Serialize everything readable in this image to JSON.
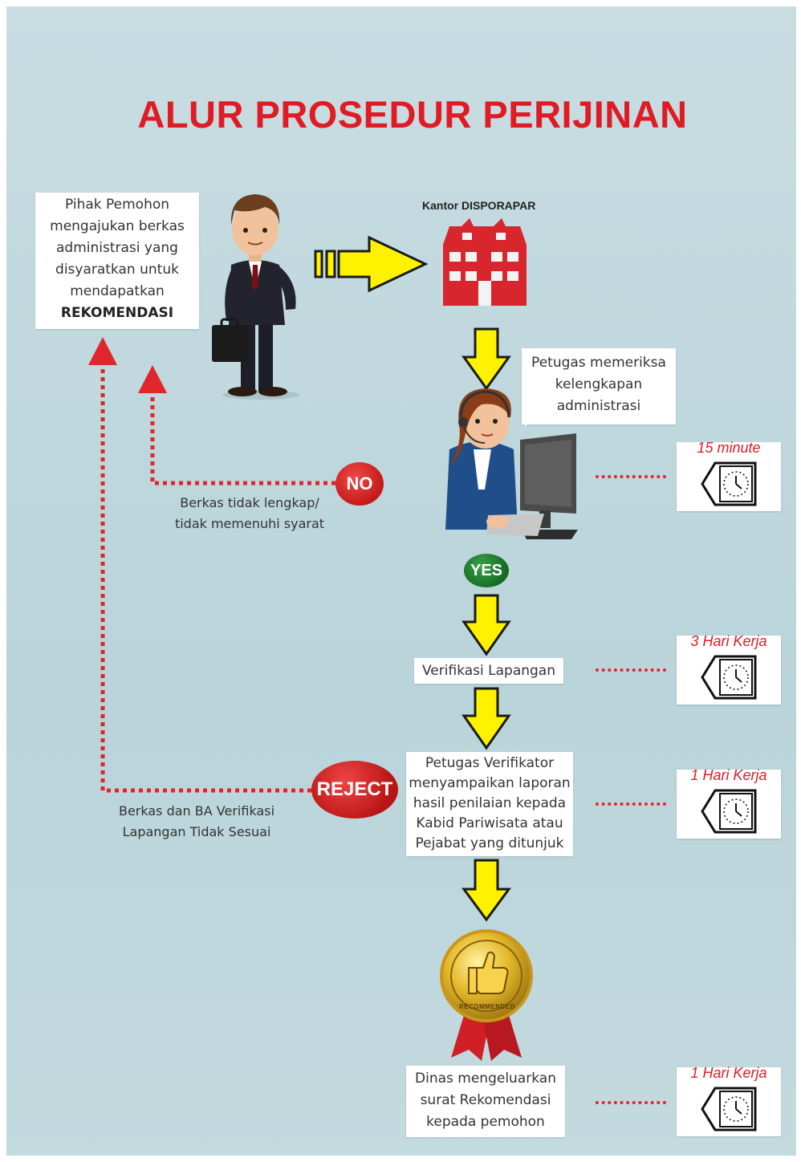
{
  "title": "ALUR PROSEDUR PERIJINAN",
  "applicant_box": {
    "line1": "Pihak Pemohon",
    "line2": "mengajukan berkas",
    "line3": "administrasi yang",
    "line4": "disyaratkan untuk",
    "line5": "mendapatkan",
    "line6": "REKOMENDASI"
  },
  "office_label": "Kantor DISPORAPAR",
  "officer_box": {
    "line1": "Petugas memeriksa",
    "line2": "kelengkapan",
    "line3": "administrasi"
  },
  "no_badge": "NO",
  "no_note": {
    "line1": "Berkas tidak lengkap/",
    "line2": "tidak memenuhi syarat"
  },
  "yes_badge": "YES",
  "field_verification": "Verifikasi Lapangan",
  "verifier_box": {
    "line1": "Petugas Verifikator",
    "line2": "menyampaikan laporan",
    "line3": "hasil penilaian kepada",
    "line4": "Kabid Pariwisata atau",
    "line5": "Pejabat yang ditunjuk"
  },
  "reject_badge": "REJECT",
  "reject_note": {
    "line1": "Berkas dan BA Verifikasi",
    "line2": "Lapangan Tidak Sesuai"
  },
  "seal_text": "RECOMMENDED",
  "final_box": {
    "line1": "Dinas mengeluarkan",
    "line2": "surat Rekomendasi",
    "line3": "kepada pemohon"
  },
  "timers": [
    "15 minute",
    "3 Hari Kerja",
    "1 Hari Kerja",
    "1 Hari Kerja"
  ],
  "colors": {
    "accent_red": "#e01b24",
    "arrow_yellow": "#fff200",
    "building_red": "#d7262e",
    "yes_green": "#1f7f2e",
    "background": "#c3dadf"
  }
}
